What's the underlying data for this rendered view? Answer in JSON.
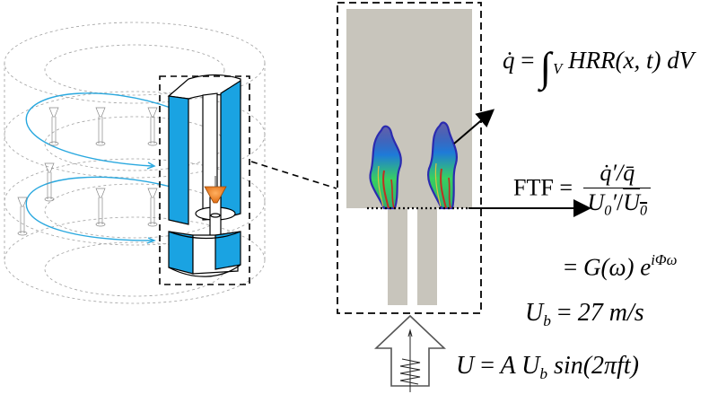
{
  "equations": {
    "heat_release": {
      "lhs": "q̇",
      "eq": "=",
      "integral": "∫",
      "domain": "V",
      "integrand": "HRR(x, t) dV"
    },
    "ftf": {
      "label": "FTF",
      "eq": "=",
      "num": "q̇′/q̄",
      "den_a": "U",
      "den_a_sub": "0",
      "den_a_prime": "′",
      "den_sep": "/",
      "den_b": "U",
      "den_b_sub": "0"
    },
    "ftf_model": {
      "eq": "=",
      "text": "G(ω) e",
      "sup": "iΦω"
    },
    "bulk_velocity": {
      "lhs": "U",
      "lhs_sub": "b",
      "eq": "=",
      "value": "27 m/s"
    },
    "forcing": {
      "lhs": "U",
      "eq": "=",
      "rhs_a": "A U",
      "rhs_a_sub": "b",
      "rhs_b": "sin(2πft)"
    }
  },
  "colors": {
    "injector_blue": "#1aa3e2",
    "swirl_arrow": "#29a8df",
    "domain_gray": "#c8c5bc",
    "flame_outer": "#2b2bb0",
    "flame_mid": "#2fcf6a",
    "flame_core": "#c03020",
    "nozzle_orange": "#f08020"
  }
}
